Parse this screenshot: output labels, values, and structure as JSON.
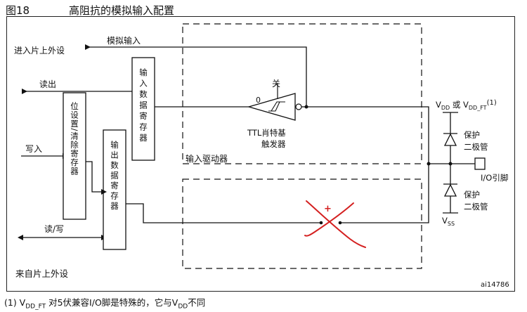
{
  "figure": {
    "number": "图18",
    "title": "高阻抗的模拟输入配置"
  },
  "labels": {
    "analog_input": "模拟输入",
    "to_onchip_peripheral": "进入片上外设",
    "read_out": "读出",
    "write_in": "写入",
    "read_write": "读/写",
    "from_onchip_peripheral": "来自片上外设",
    "input_data_register": "输入数据寄存器",
    "bit_set_reset_register": "位设置/清除寄存器",
    "output_data_register": "输出数据寄存器",
    "off": "关",
    "zero": "0",
    "ttl_schmitt_line1": "TTL肖特基",
    "ttl_schmitt_line2": "触发器",
    "input_driver": "输入驱动器",
    "vdd_prefix": "V",
    "vdd_sub": "DD",
    "or_word": " 或 V",
    "vddft_sub": "DD_FT",
    "vdd_note_mark": "(1)",
    "protect": "保护",
    "diode": "二极管",
    "io_pin": "I/O引脚",
    "vss_prefix": "V",
    "vss_sub": "SS",
    "annotation_plus": "+",
    "figure_id": "ai14786"
  },
  "footnote": {
    "mark": "(1) V",
    "sub1": "DD_FT",
    "text1": " 对5伏兼容I/O脚是特殊的，它与V",
    "sub2": "DD",
    "text2": "不同"
  },
  "colors": {
    "line": "#111111",
    "annotation": "#d42020"
  }
}
